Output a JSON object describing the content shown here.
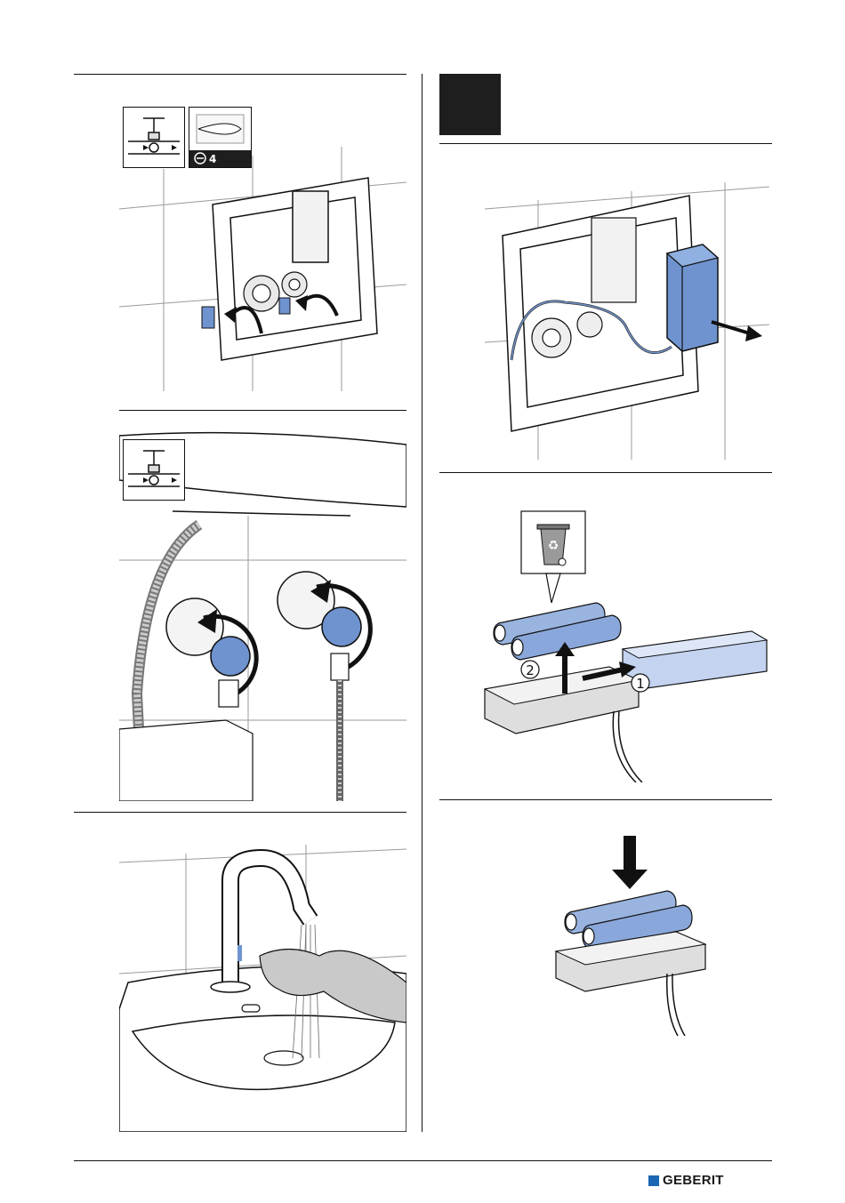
{
  "page": {
    "brand_name": "GEBERIT",
    "brand_color": "#1a66b3",
    "accent_blue": "#6f93cf"
  },
  "left_column": {
    "panel_1": {
      "valve_icon": "shutoff-valve-icon",
      "tool_icon": "screwdriver-icon",
      "tool_label": "4"
    },
    "panel_2": {
      "valve_icon": "shutoff-valve-icon"
    },
    "panel_3": {
      "scene": "hand-under-faucet-water"
    }
  },
  "right_column": {
    "panel_2": {
      "recycle_icon": "recycle-bin-icon",
      "step_1": "1",
      "step_2": "2"
    },
    "panel_3": {
      "scene": "insert-batteries"
    }
  }
}
